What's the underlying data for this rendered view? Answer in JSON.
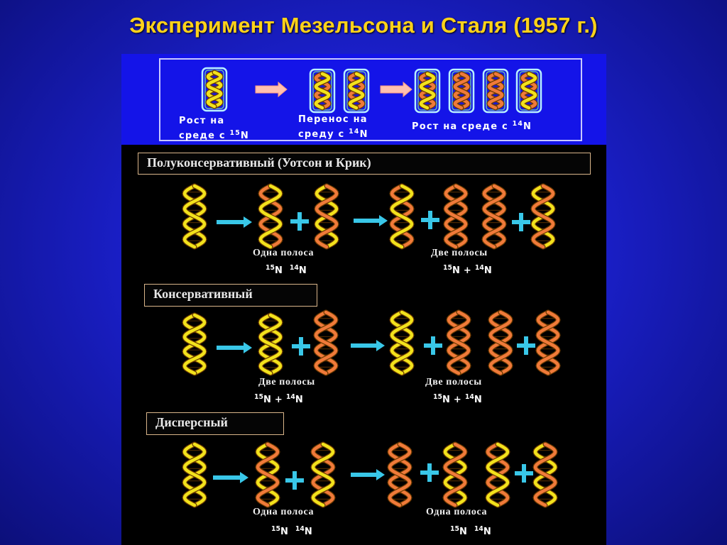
{
  "title": "Эксперимент Мезельсона и Сталя  (1957 г.)",
  "colors": {
    "heavy": "#f2e21c",
    "light": "#f07a3a",
    "arrow": "#39c7e8",
    "plus": "#39c7e8",
    "background": "#1a1fc8",
    "title": "#ffd21a"
  },
  "top": {
    "step1": {
      "line1": "Рост на",
      "line2": "среде с",
      "sup": "15",
      "elem": "N"
    },
    "step2": {
      "line1": "Перенос на",
      "line2": "среду с",
      "sup": "14",
      "elem": "N"
    },
    "step3": {
      "line1": "Рост на среде с",
      "sup": "14",
      "elem": "N"
    }
  },
  "models": [
    {
      "name": "Полуконсервативный (Уотсон и Крик)",
      "gen1_band": "Одна полоса",
      "gen1_iso": {
        "a": "15",
        "b": "14",
        "elem": "N",
        "plus": ""
      },
      "gen2_band": "Две полосы",
      "gen2_iso": {
        "a": "15",
        "b": "14",
        "elem": "N",
        "plus": "+"
      }
    },
    {
      "name": "Консервативный",
      "gen1_band": "Две полосы",
      "gen1_iso": {
        "a": "15",
        "b": "14",
        "elem": "N",
        "plus": "+"
      },
      "gen2_band": "Две полосы",
      "gen2_iso": {
        "a": "15",
        "b": "14",
        "elem": "N",
        "plus": "+"
      }
    },
    {
      "name": "Дисперсный",
      "gen1_band": "Одна полоса",
      "gen1_iso": {
        "a": "15",
        "b": "14",
        "elem": "N",
        "plus": ""
      },
      "gen2_band": "Одна полоса",
      "gen2_iso": {
        "a": "15",
        "b": "14",
        "elem": "N",
        "plus": ""
      }
    }
  ]
}
